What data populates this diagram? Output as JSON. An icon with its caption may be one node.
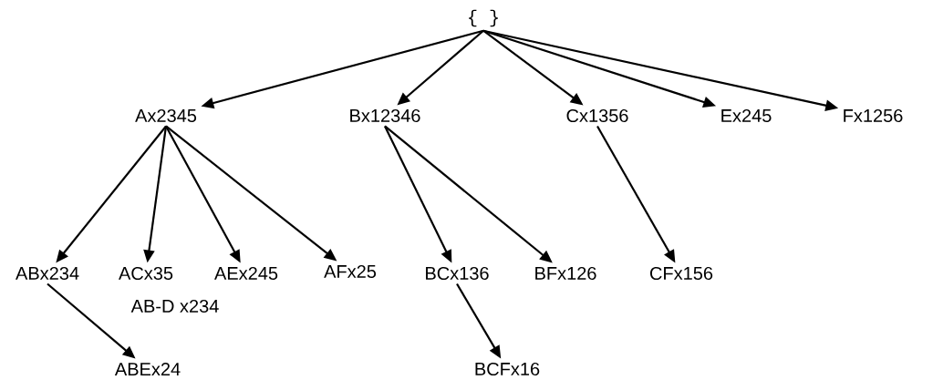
{
  "diagram": {
    "nodes": [
      {
        "text": [
          "{ }"
        ]
      },
      {
        "text": [
          "Ax2345"
        ]
      },
      {
        "text": [
          "Bx12346"
        ]
      },
      {
        "text": [
          "Cx1356"
        ]
      },
      {
        "text": [
          "Ex245"
        ]
      },
      {
        "text": [
          "Fx1256"
        ]
      },
      {
        "text": [
          "ABx234"
        ]
      },
      {
        "text": [
          "ACx35"
        ]
      },
      {
        "text": [
          "AEx245"
        ]
      },
      {
        "text": [
          "AFx25"
        ]
      },
      {
        "text": [
          "BCx136"
        ]
      },
      {
        "text": [
          "BFx126"
        ]
      },
      {
        "text": [
          "CFx156"
        ]
      },
      {
        "text": [
          "ABEx24"
        ]
      },
      {
        "text": [
          "BCFx16"
        ]
      }
    ],
    "edges": [
      {
        "from": 0,
        "to": 1,
        "arrow": "to"
      },
      {
        "from": 0,
        "to": 2,
        "arrow": "to"
      },
      {
        "from": 0,
        "to": 3,
        "arrow": "to"
      },
      {
        "from": 0,
        "to": 4,
        "arrow": "to"
      },
      {
        "from": 0,
        "to": 5,
        "arrow": "to"
      },
      {
        "from": 1,
        "to": 6,
        "arrow": "to"
      },
      {
        "from": 1,
        "to": 7,
        "arrow": "to"
      },
      {
        "from": 1,
        "to": 8,
        "arrow": "to"
      },
      {
        "from": 1,
        "to": 9,
        "arrow": "to"
      },
      {
        "from": 2,
        "to": 10,
        "arrow": "to"
      },
      {
        "from": 2,
        "to": 11,
        "arrow": "to"
      },
      {
        "from": 3,
        "to": 12,
        "arrow": "to"
      },
      {
        "from": 6,
        "to": 13,
        "arrow": "to"
      },
      {
        "from": 10,
        "to": 14,
        "arrow": "to"
      }
    ],
    "labels": [
      "AB-D x234"
    ]
  }
}
